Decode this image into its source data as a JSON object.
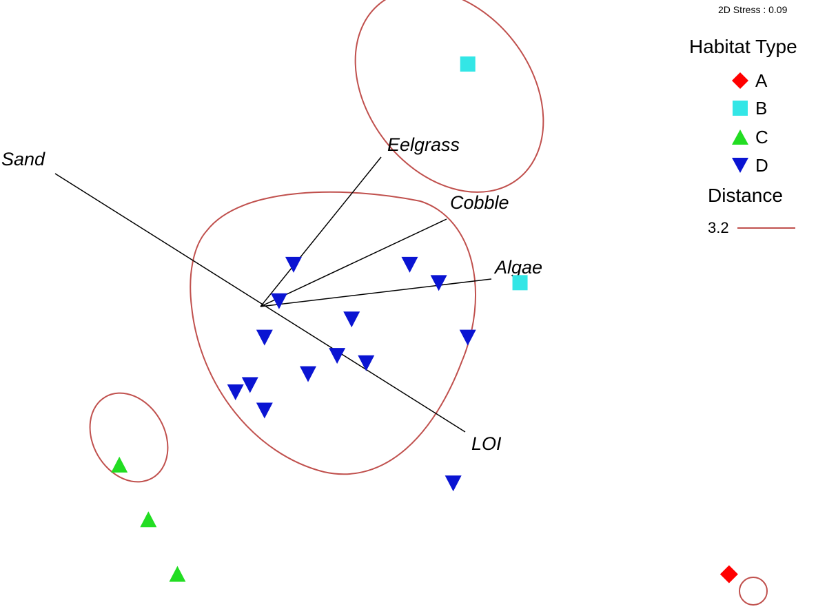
{
  "stress_label": "2D Stress : 0.09",
  "colors": {
    "A": "#ff0000",
    "B": "#33e6e6",
    "C": "#22dd22",
    "D": "#0a14d2",
    "ellipse": "#c0504d",
    "vector": "#000000"
  },
  "legend": {
    "title": "Habitat Type",
    "items": [
      {
        "label": "A",
        "shape": "diamond",
        "color": "#ff0000"
      },
      {
        "label": "B",
        "shape": "square",
        "color": "#33e6e6"
      },
      {
        "label": "C",
        "shape": "triangle-up",
        "color": "#22dd22"
      },
      {
        "label": "D",
        "shape": "triangle-down",
        "color": "#0a14d2"
      }
    ],
    "distance_title": "Distance",
    "distance_value": "3.2"
  },
  "chart_data": {
    "type": "scatter",
    "title": "",
    "xlabel": "",
    "ylabel": "",
    "grid": false,
    "legend_position": "right",
    "series": [
      {
        "name": "A",
        "points": [
          [
            1.0,
            -0.5
          ]
        ]
      },
      {
        "name": "B",
        "points": [
          [
            0.1,
            0.9
          ],
          [
            0.28,
            0.3
          ]
        ]
      },
      {
        "name": "C",
        "points": [
          [
            -1.1,
            -0.2
          ],
          [
            -1.0,
            -0.35
          ],
          [
            -0.9,
            -0.5
          ]
        ]
      },
      {
        "name": "D",
        "points": [
          [
            -0.5,
            0.35
          ],
          [
            -0.55,
            0.25
          ],
          [
            -0.6,
            0.15
          ],
          [
            -0.45,
            0.05
          ],
          [
            -0.35,
            0.1
          ],
          [
            -0.3,
            0.2
          ],
          [
            -0.25,
            0.08
          ],
          [
            -0.1,
            0.35
          ],
          [
            0.0,
            0.3
          ],
          [
            0.1,
            0.15
          ],
          [
            0.05,
            -0.25
          ],
          [
            -0.65,
            0.02
          ],
          [
            -0.7,
            0.0
          ],
          [
            -0.6,
            -0.05
          ]
        ]
      }
    ],
    "vectors": [
      {
        "name": "Sand"
      },
      {
        "name": "Eelgrass"
      },
      {
        "name": "Cobble"
      },
      {
        "name": "Algae"
      },
      {
        "name": "LOI"
      }
    ],
    "clusters": [
      {
        "name": "A"
      },
      {
        "name": "B"
      },
      {
        "name": "C"
      },
      {
        "name": "D"
      }
    ]
  }
}
